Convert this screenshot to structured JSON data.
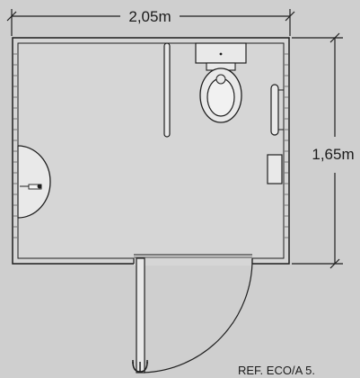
{
  "dimensions": {
    "width_label": "2,05m",
    "height_label": "1,65m"
  },
  "reference": {
    "label": "REF. ECO/A 5."
  },
  "colors": {
    "background": "#cfcfcf",
    "floor": "#d6d6d6",
    "line": "#1f1f1f",
    "fixture_fill": "#e9e9e9"
  }
}
